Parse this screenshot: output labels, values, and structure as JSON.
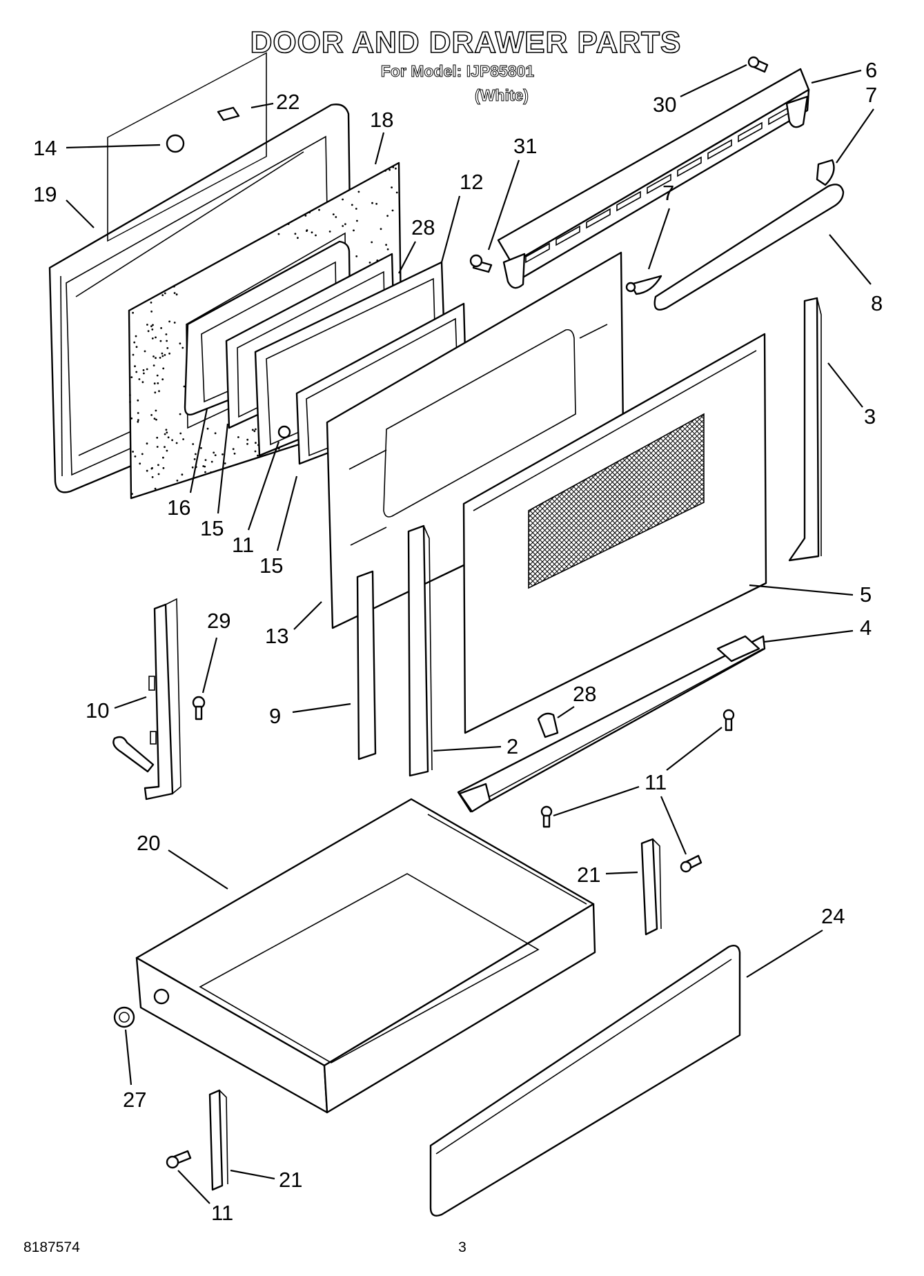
{
  "header": {
    "title": "DOOR AND DRAWER PARTS",
    "model_line": "For Model: IJP85801",
    "color_line": "(White)"
  },
  "callouts": [
    {
      "id": "c22",
      "label": "22"
    },
    {
      "id": "c14",
      "label": "14"
    },
    {
      "id": "c19",
      "label": "19"
    },
    {
      "id": "c18",
      "label": "18"
    },
    {
      "id": "c31",
      "label": "31"
    },
    {
      "id": "c12",
      "label": "12"
    },
    {
      "id": "c28a",
      "label": "28"
    },
    {
      "id": "c30",
      "label": "30"
    },
    {
      "id": "c6",
      "label": "6"
    },
    {
      "id": "c7a",
      "label": "7"
    },
    {
      "id": "c7b",
      "label": "7"
    },
    {
      "id": "c8",
      "label": "8"
    },
    {
      "id": "c3",
      "label": "3"
    },
    {
      "id": "c16",
      "label": "16"
    },
    {
      "id": "c15a",
      "label": "15"
    },
    {
      "id": "c11a",
      "label": "11"
    },
    {
      "id": "c15b",
      "label": "15"
    },
    {
      "id": "c13",
      "label": "13"
    },
    {
      "id": "c5",
      "label": "5"
    },
    {
      "id": "c4",
      "label": "4"
    },
    {
      "id": "c29",
      "label": "29"
    },
    {
      "id": "c10",
      "label": "10"
    },
    {
      "id": "c9",
      "label": "9"
    },
    {
      "id": "c28b",
      "label": "28"
    },
    {
      "id": "c2",
      "label": "2"
    },
    {
      "id": "c11b",
      "label": "11"
    },
    {
      "id": "c20",
      "label": "20"
    },
    {
      "id": "c21a",
      "label": "21"
    },
    {
      "id": "c24",
      "label": "24"
    },
    {
      "id": "c27",
      "label": "27"
    },
    {
      "id": "c21b",
      "label": "21"
    },
    {
      "id": "c11c",
      "label": "11"
    }
  ],
  "footer": {
    "part_number": "8187574",
    "page_number": "3"
  }
}
